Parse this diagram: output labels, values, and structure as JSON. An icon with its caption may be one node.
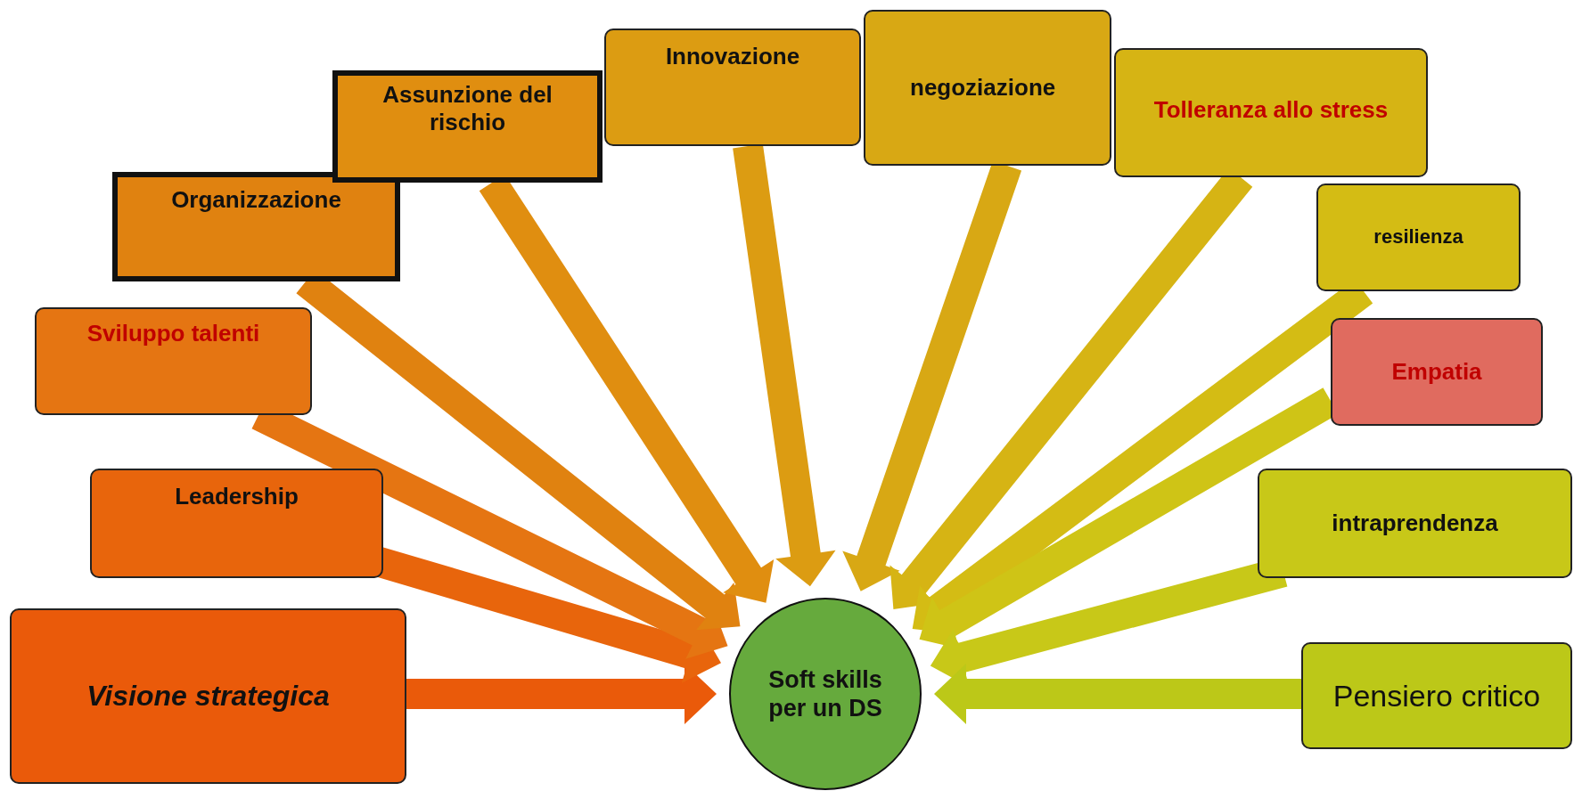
{
  "diagram": {
    "nodes": [
      {
        "text": [
          "Visione strategica"
        ]
      },
      {
        "text": [
          "Leadership"
        ]
      },
      {
        "text": [
          "Sviluppo talenti"
        ]
      },
      {
        "text": [
          "Organizzazione"
        ]
      },
      {
        "text": [
          "Assunzione del rischio"
        ]
      },
      {
        "text": [
          "Innovazione"
        ]
      },
      {
        "text": [
          "negoziazione"
        ]
      },
      {
        "text": [
          "Tolleranza allo stress"
        ]
      },
      {
        "text": [
          "resilienza"
        ]
      },
      {
        "text": [
          "Empatia"
        ]
      },
      {
        "text": [
          "intraprendenza"
        ]
      },
      {
        "text": [
          "Pensiero critico"
        ]
      },
      {
        "text": [
          "Soft skills per un DS"
        ]
      }
    ],
    "edges": [
      {
        "from": 0,
        "to": 12,
        "arrow": "to",
        "color": "#ea5a0a"
      },
      {
        "from": 1,
        "to": 12,
        "arrow": "to",
        "color": "#e8650c"
      },
      {
        "from": 2,
        "to": 12,
        "arrow": "to",
        "color": "#e57512"
      },
      {
        "from": 3,
        "to": 12,
        "arrow": "to",
        "color": "#e08210"
      },
      {
        "from": 4,
        "to": 12,
        "arrow": "to",
        "color": "#e08e10"
      },
      {
        "from": 5,
        "to": 12,
        "arrow": "to",
        "color": "#dc9c12"
      },
      {
        "from": 6,
        "to": 12,
        "arrow": "to",
        "color": "#d8a814"
      },
      {
        "from": 7,
        "to": 12,
        "arrow": "to",
        "color": "#d6b414"
      },
      {
        "from": 8,
        "to": 12,
        "arrow": "to",
        "color": "#d4bc14"
      },
      {
        "from": 9,
        "to": 12,
        "arrow": "to",
        "color": "#cfc416"
      },
      {
        "from": 10,
        "to": 12,
        "arrow": "to",
        "color": "#c8c818"
      },
      {
        "from": 11,
        "to": 12,
        "arrow": "to",
        "color": "#bcc818"
      }
    ]
  }
}
